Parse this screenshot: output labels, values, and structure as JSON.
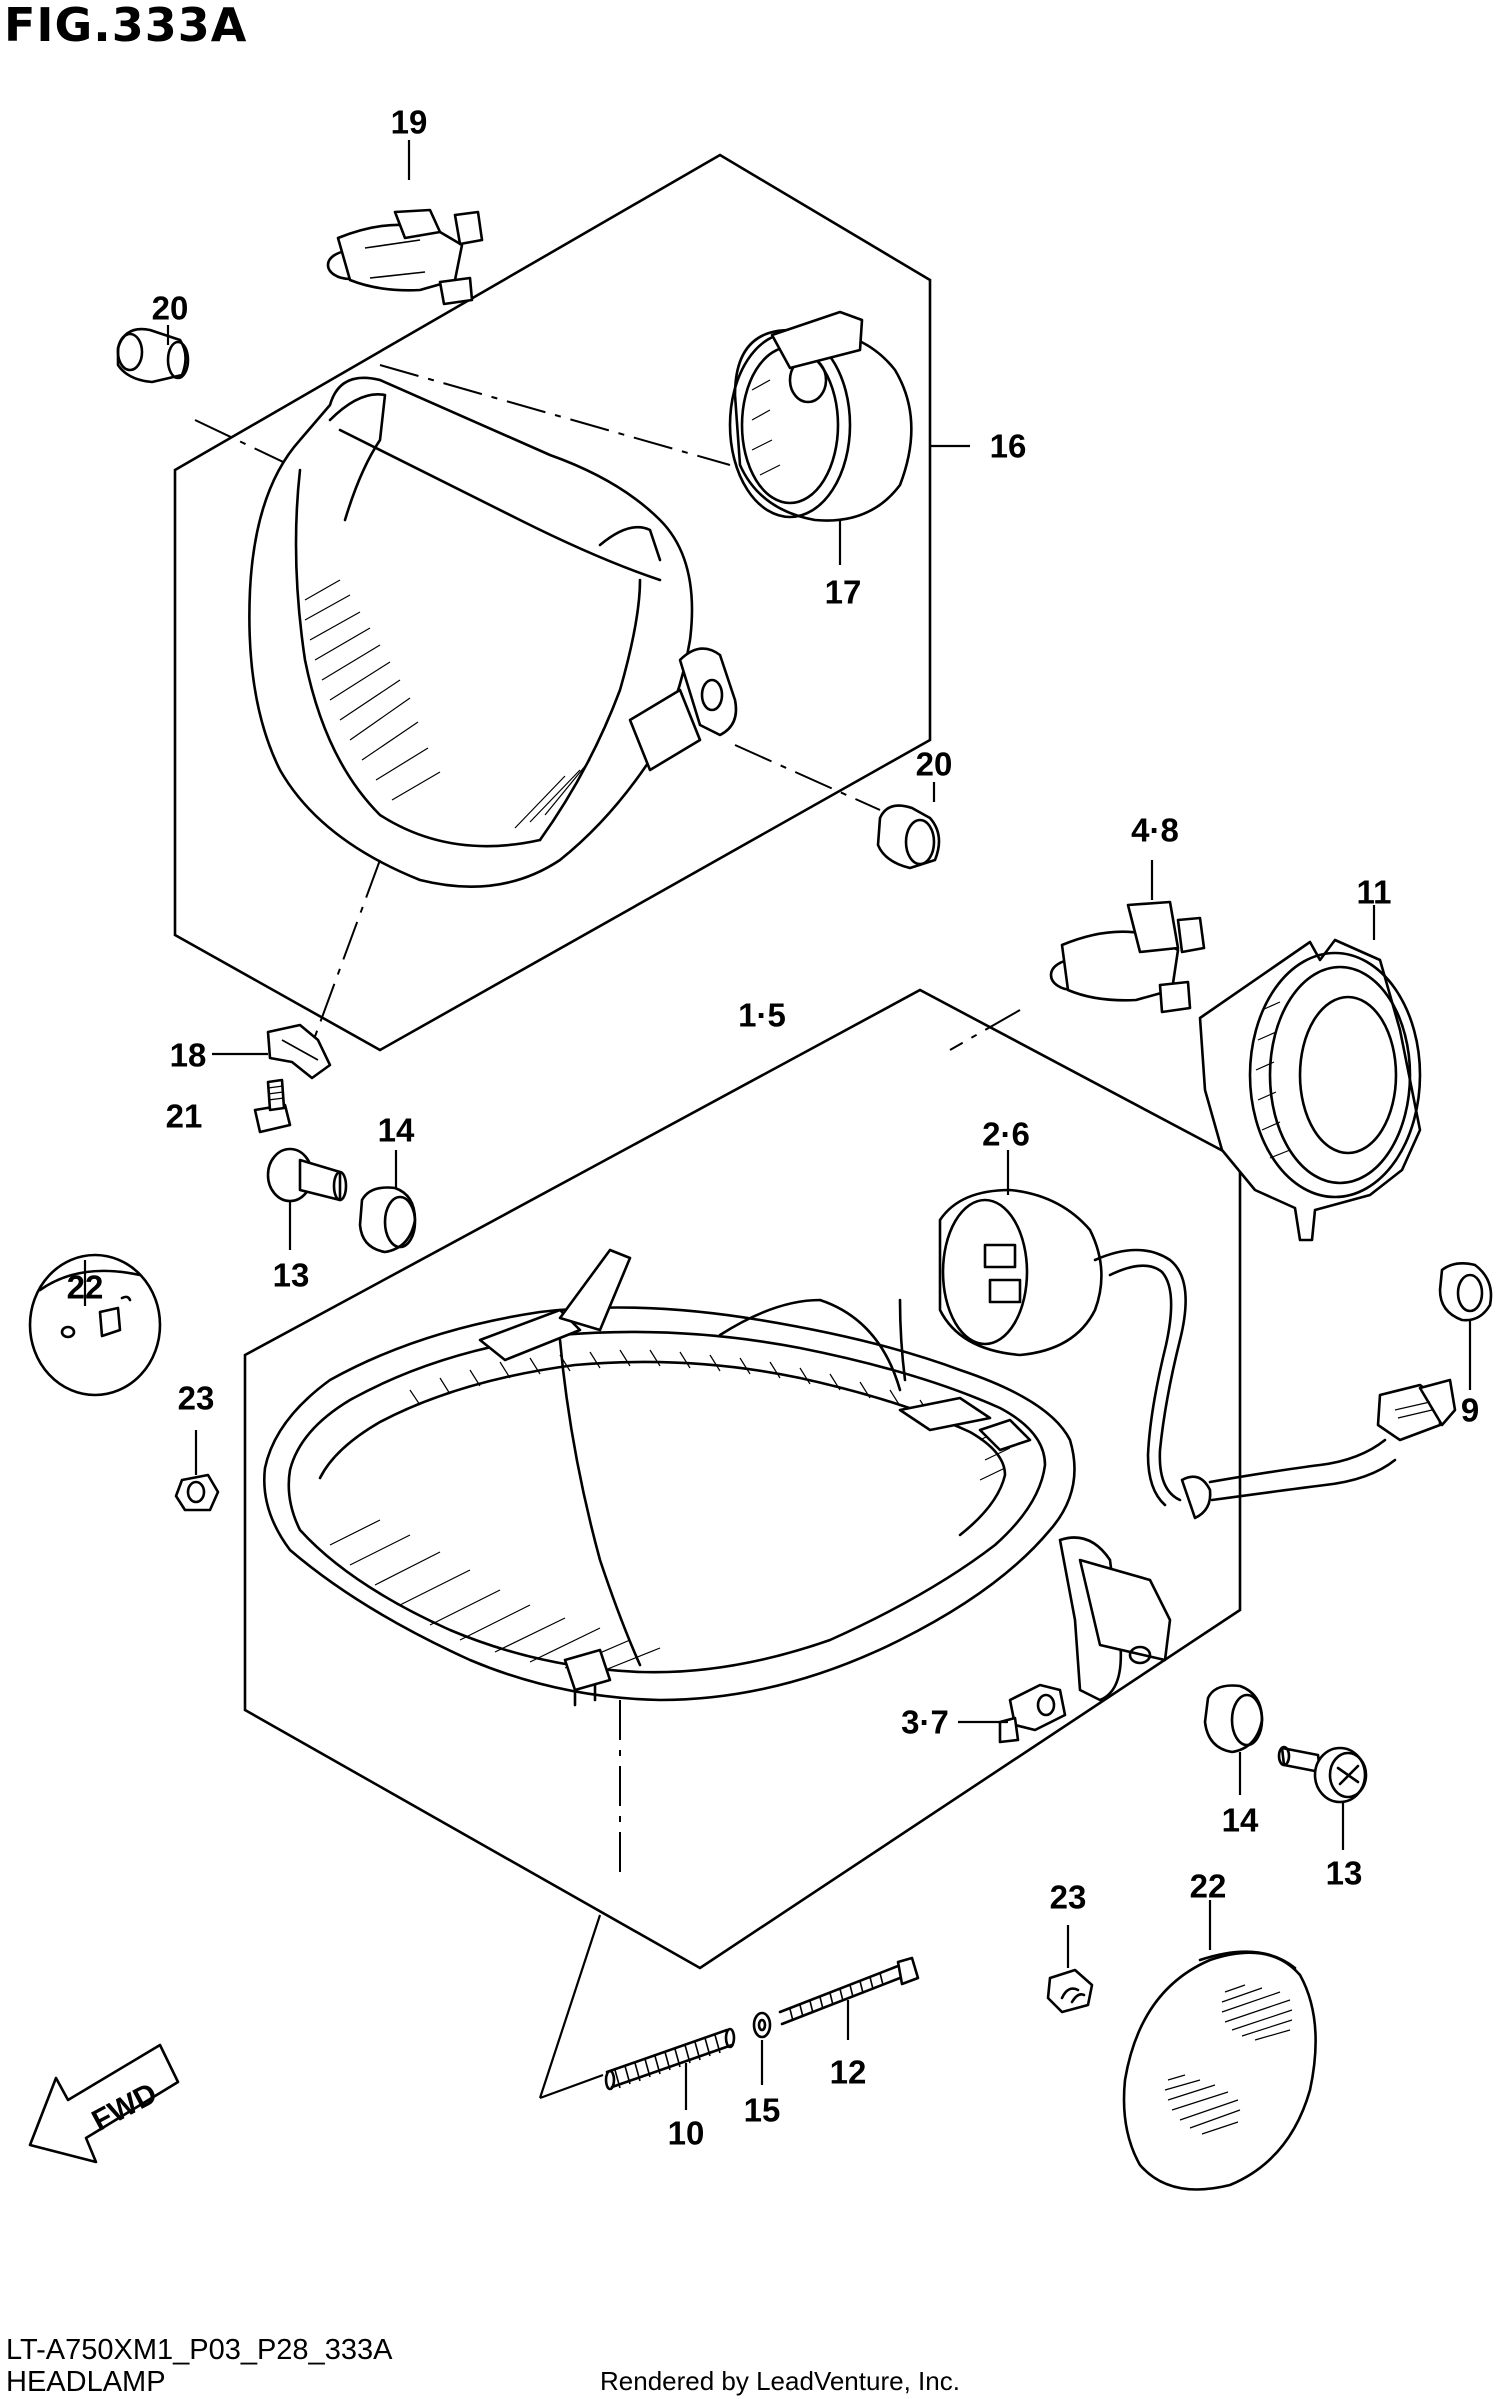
{
  "figure": {
    "title": "FIG.333A",
    "code": "LT-A750XM1_P03_P28_333A",
    "name": "HEADLAMP",
    "credit": "Rendered by LeadVenture, Inc.",
    "direction_label": "FWD"
  },
  "callouts": {
    "c19": "19",
    "c20a": "20",
    "c16": "16",
    "c17": "17",
    "c20b": "20",
    "c4_8": "4·8",
    "c11": "11",
    "c1_5": "1·5",
    "c18": "18",
    "c21": "21",
    "c14a": "14",
    "c2_6": "2·6",
    "c13a": "13",
    "c22a": "22",
    "c23a": "23",
    "c9": "9",
    "c3_7": "3·7",
    "c14b": "14",
    "c13b": "13",
    "c23b": "23",
    "c22b": "22",
    "c12": "12",
    "c15": "15",
    "c10": "10"
  }
}
